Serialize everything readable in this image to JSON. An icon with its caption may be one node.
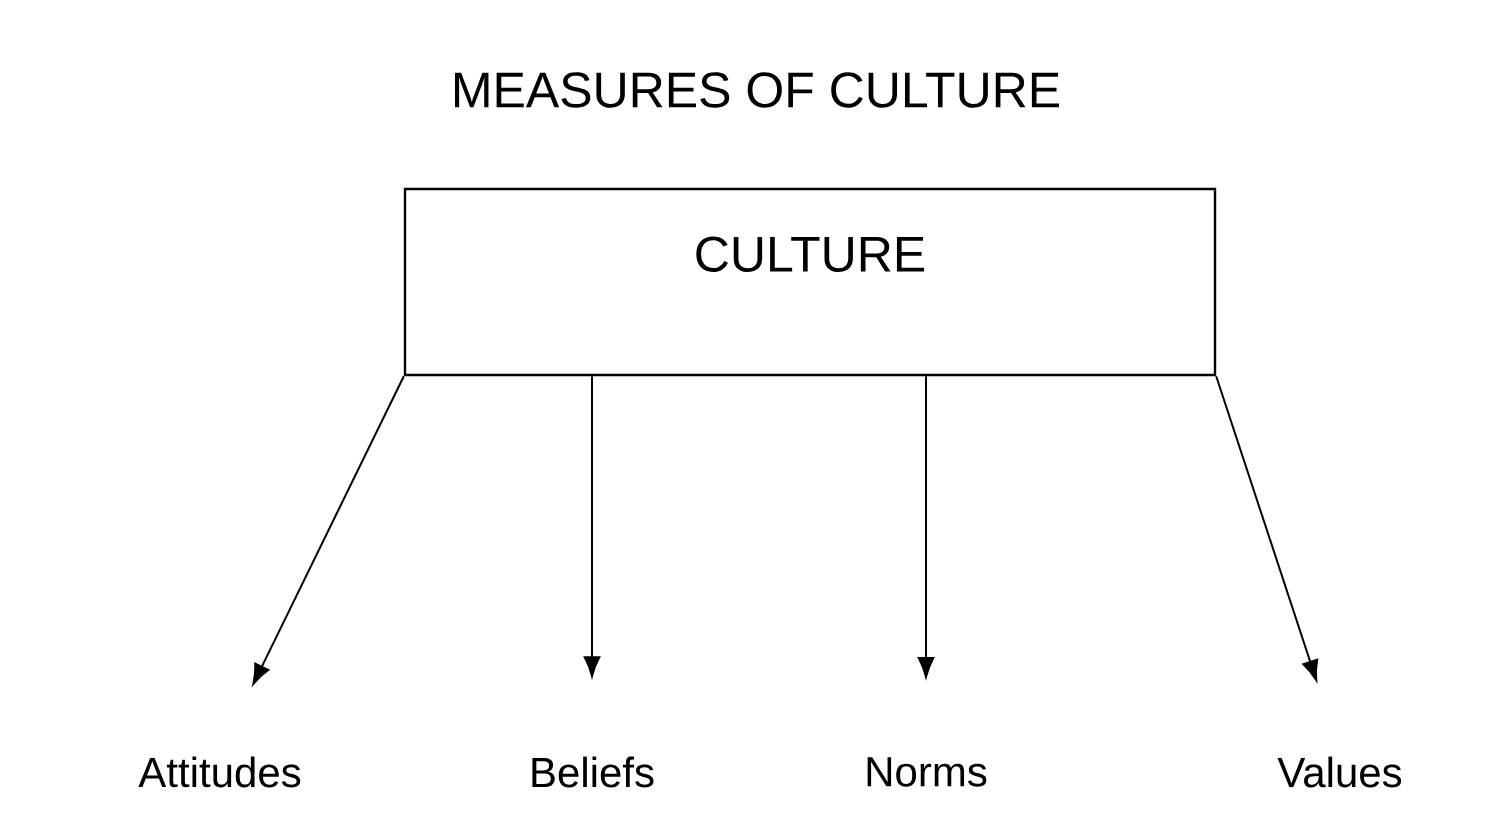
{
  "diagram": {
    "title": "MEASURES OF CULTURE",
    "nodes": [
      {
        "text": [
          "CULTURE"
        ]
      },
      {
        "text": [
          "Attitudes"
        ]
      },
      {
        "text": [
          "Beliefs"
        ]
      },
      {
        "text": [
          "Norms"
        ]
      },
      {
        "text": [
          "Values"
        ]
      }
    ],
    "edges": [
      {
        "from": 0,
        "to": 1,
        "arrow": "to"
      },
      {
        "from": 0,
        "to": 2,
        "arrow": "to"
      },
      {
        "from": 0,
        "to": 3,
        "arrow": "to"
      },
      {
        "from": 0,
        "to": 4,
        "arrow": "to"
      }
    ]
  }
}
